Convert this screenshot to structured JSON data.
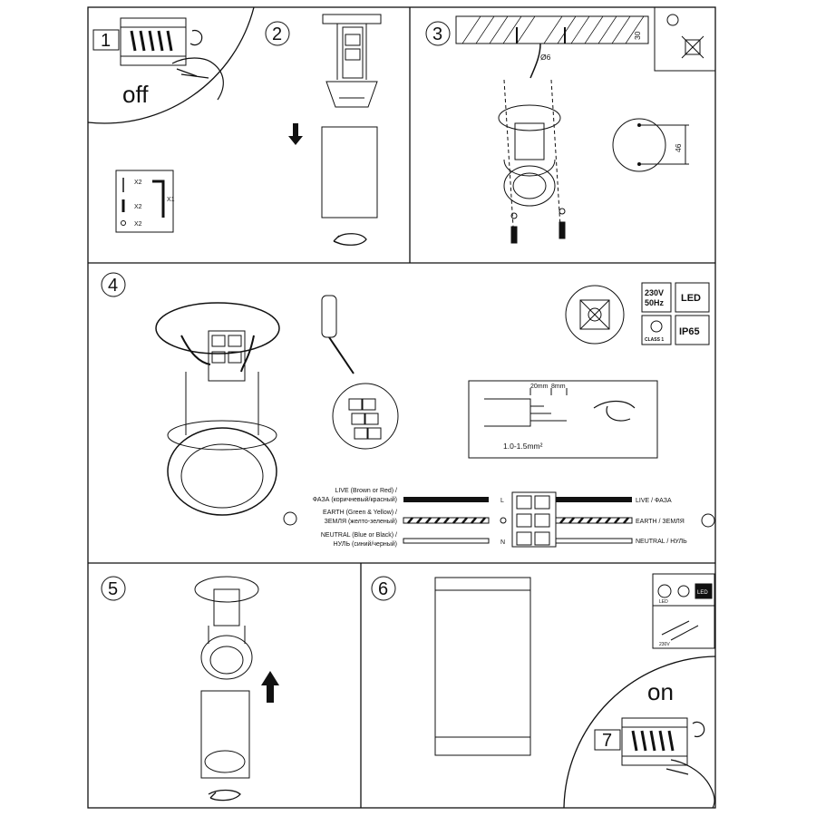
{
  "steps": {
    "s1": "1",
    "s2": "2",
    "s3": "3",
    "s4": "4",
    "s5": "5",
    "s6": "6",
    "s7": "7"
  },
  "switch_labels": {
    "off": "off",
    "on": "on"
  },
  "parts": {
    "qty_screw": "X2",
    "qty_plug": "X2",
    "qty_washer": "X2",
    "qty_key": "X1"
  },
  "dimensions": {
    "depth": "30",
    "hole": "Ø6",
    "spacing": "46",
    "strip_long": "20mm",
    "strip_short": "8mm",
    "cable": "1.0-1.5mm²"
  },
  "symbols": {
    "voltage": "230V",
    "freq": "50Hz",
    "led": "LED",
    "ip": "IP65",
    "class": "CLASS 1"
  },
  "wiring": {
    "live_en": "LIVE (Brown or Red) /",
    "live_ru": "ФАЗА (коричневый/красный)",
    "earth_en": "EARTH (Green & Yellow) /",
    "earth_ru": "ЗЕМЛЯ (желто-зеленый)",
    "neutral_en": "NEUTRAL (Blue or Black) /",
    "neutral_ru": "НУЛЬ (синий/черный)",
    "live_out": "LIVE / ФАЗА",
    "earth_out": "EARTH / ЗЕМЛЯ",
    "neutral_out": "NEUTRAL / НУЛЬ",
    "term_l": "L",
    "term_n": "N"
  },
  "step6_panel": {
    "led_a": "LED",
    "led_b": "LED",
    "v230": "230V"
  }
}
